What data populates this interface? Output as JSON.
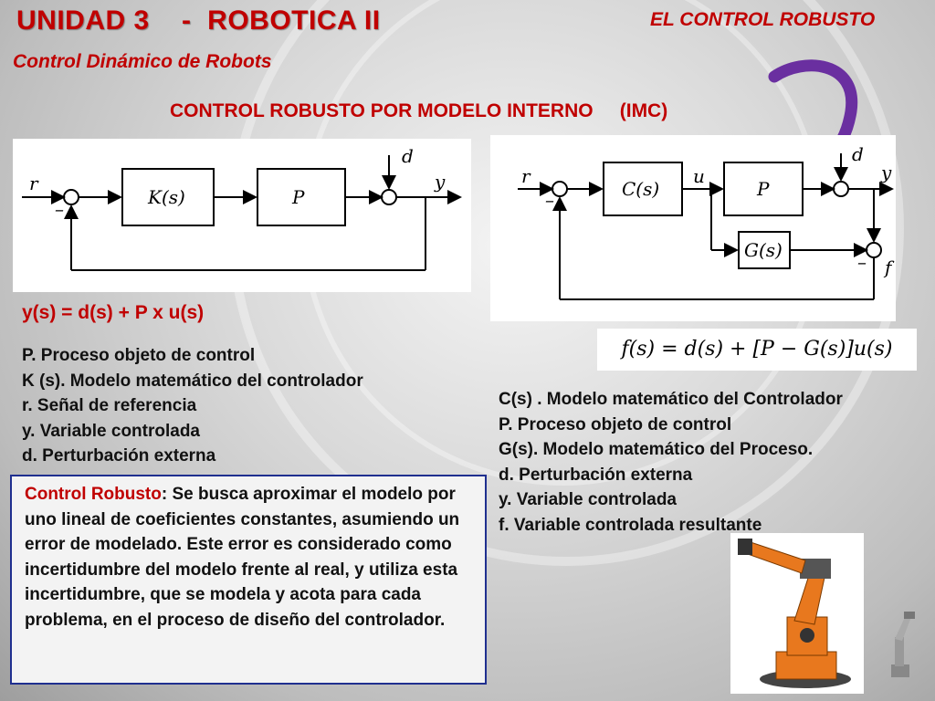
{
  "slide": {
    "title": "UNIDAD 3    -  ROBOTICA II",
    "subtitle": "Control Dinámico de Robots",
    "top_right": "EL CONTROL ROBUSTO",
    "heading": "CONTROL ROBUSTO POR MODELO INTERNO     (IMC)"
  },
  "diagram_left": {
    "labels": {
      "r": "r",
      "minus": "–",
      "ks": "K(s)",
      "p": "P",
      "d": "d",
      "y": "y"
    }
  },
  "diagram_right": {
    "labels": {
      "r": "r",
      "minus1": "–",
      "cs": "C(s)",
      "u": "u",
      "p": "P",
      "d": "d",
      "y": "y",
      "gs": "G(s)",
      "minus2": "–",
      "f": "f"
    }
  },
  "equation_left": "y(s) = d(s) + P x u(s)",
  "equation_right": "f(s) = d(s) + [P − G(s)]u(s)",
  "left_list": [
    "P. Proceso objeto de control",
    "K (s). Modelo matemático del controlador",
    "r. Señal de referencia",
    "y. Variable controlada",
    "d. Perturbación externa"
  ],
  "right_list": [
    "C(s) . Modelo matemático del Controlador",
    "P. Proceso objeto de control",
    "G(s).  Modelo matemático del Proceso.",
    "d. Perturbación externa",
    "y. Variable  controlada",
    "f. Variable controlada resultante"
  ],
  "robust_box": {
    "term": "Control Robusto",
    "text": ": Se busca aproximar el modelo por uno lineal de coeficientes constantes, asumiendo un error de modelado. Este error es considerado como incertidumbre del modelo frente al real, y utiliza esta incertidumbre, que se modela y acota para cada problema, en el proceso de diseño del controlador."
  },
  "colors": {
    "accent": "#c00000",
    "box_border": "#1f2f8f",
    "arrow": "#6a2fa0",
    "robot": "#e8781e"
  },
  "icons": [
    "curved-arrow-icon",
    "industrial-robot-illustration",
    "small-robot-illustration"
  ]
}
